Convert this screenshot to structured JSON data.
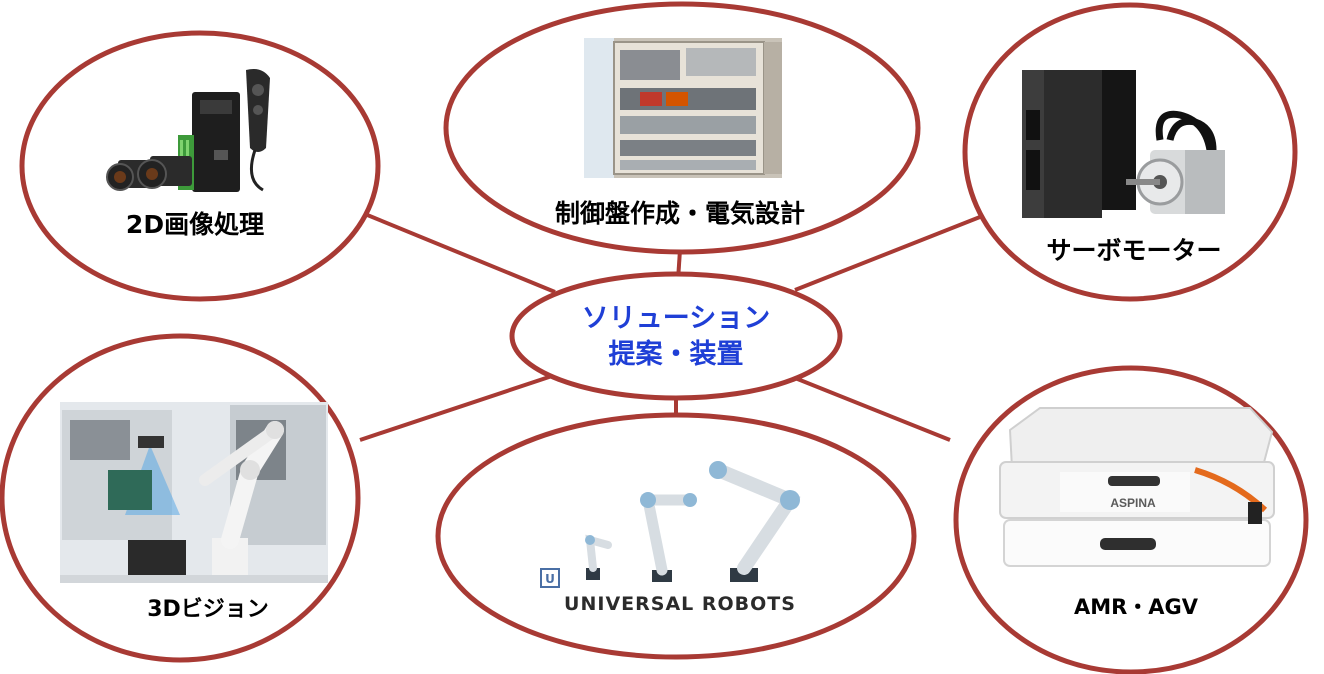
{
  "center": {
    "line1": "ソリューション",
    "line2": "提案・装置"
  },
  "nodes": {
    "vision2d": {
      "label": "2D画像処理",
      "image_icon": "camera-controller-icon"
    },
    "panel": {
      "label": "制御盤作成・電気設計",
      "image_icon": "control-panel-icon"
    },
    "servo": {
      "label": "サーボモーター",
      "image_icon": "servo-motor-icon"
    },
    "vision3d": {
      "label": "3Dビジョン",
      "image_icon": "robot-cell-icon"
    },
    "ur": {
      "logo_text": "UNIVERSAL ROBOTS",
      "image_icon": "robot-arms-icon"
    },
    "amr": {
      "label": "AMR・AGV",
      "brand": "ASPINA",
      "image_icon": "amr-robot-icon"
    }
  },
  "colors": {
    "ellipse_stroke": "#a83a34",
    "connector": "#a83a34",
    "center_text": "#1f3fd6",
    "label_text": "#000000"
  }
}
